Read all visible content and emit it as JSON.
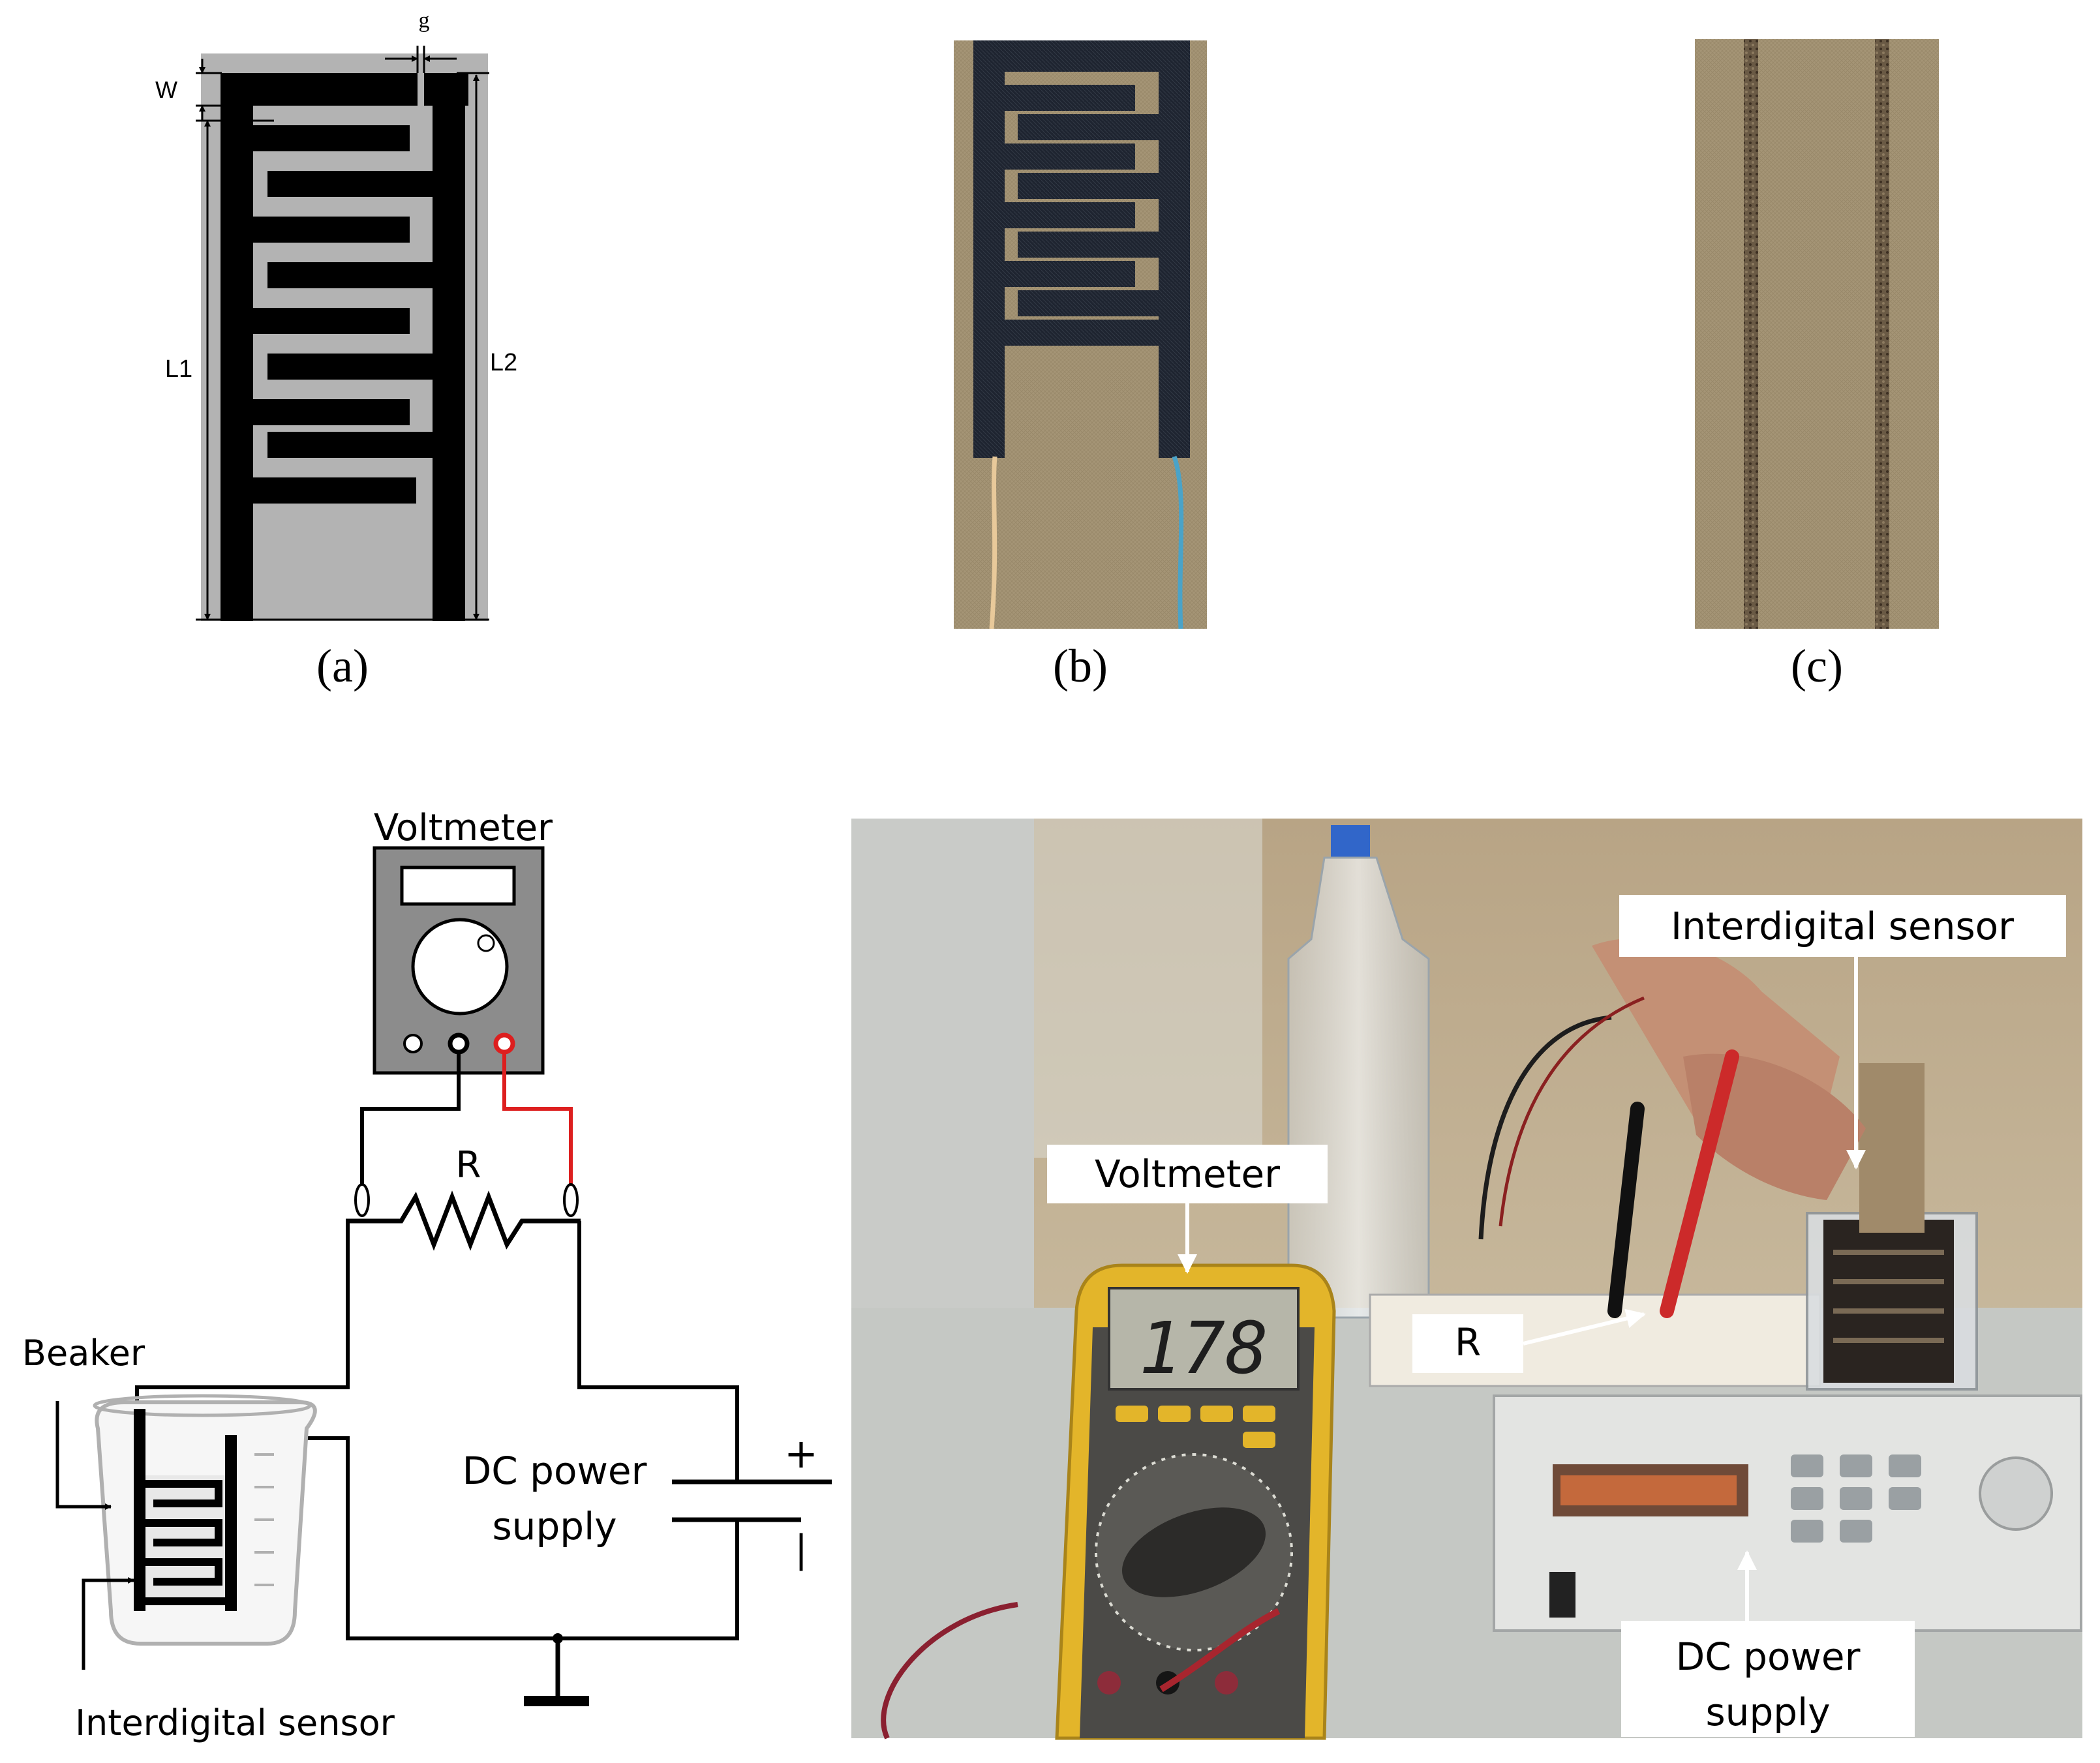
{
  "panels": {
    "a": {
      "caption": "(a)",
      "dim_g": "g",
      "dim_w": "W",
      "dim_l1": "L1",
      "dim_l2": "L2"
    },
    "b": {
      "caption": "(b)"
    },
    "c": {
      "caption": "(c)"
    }
  },
  "circuit": {
    "voltmeter_label": "Voltmeter",
    "resistor_label": "R",
    "beaker_label": "Beaker",
    "sensor_label": "Interdigital sensor",
    "power_label_line1": "DC power",
    "power_label_line2": "supply",
    "plus_sign": "+",
    "minus_sign": "|"
  },
  "photo": {
    "sensor_label": "Interdigital sensor",
    "voltmeter_label": "Voltmeter",
    "resistor_label": "R",
    "power_label_line1": "DC power",
    "power_label_line2": "supply",
    "meter_reading": "178"
  },
  "colors": {
    "electrode": "#000000",
    "substrate_drawing": "#b3b3b3",
    "textile": "#a08f70",
    "red_wire": "#dd1f1f"
  }
}
